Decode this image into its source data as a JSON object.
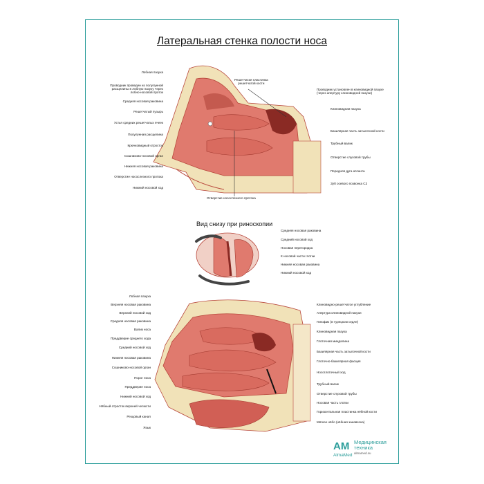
{
  "title": "Латеральная стенка полости носа",
  "subtitle": "Вид снизу при риноскопии",
  "top_labels_left": [
    "Лобная пазуха",
    "Проводник проведен из полулунной\nрасщелины в лобную пазуху через\nлобно-носовой проток",
    "Средняя носовая раковина",
    "Решетчатый пузырь",
    "Устья средних решетчатых ячеек",
    "Полулунная расщелина",
    "Крючковидный отросток",
    "Сошниково-носовой орган",
    "Нижняя носовая раковина",
    "Отверстие носослезного протока",
    "Нижний носовой ход"
  ],
  "top_labels_right": [
    "Проводник установлен в клиновидной пазухе\n(через апертуру клиновидной пазухи)",
    "Клиновидная пазуха",
    "Базилярная часть затылочной кости",
    "Трубный валик",
    "Отверстие слуховой трубы",
    "Передняя дуга атланта",
    "Зуб осевого позвонка С2"
  ],
  "top_label_center_top": "Решетчатая пластинка\nрешетчатой кости",
  "top_label_center_bottom": "Отверстие носослезного протока",
  "mid_labels": [
    "Средняя носовая раковина",
    "Средний носовой ход",
    "Носовая перегородка",
    "К носовой части глотки",
    "Нижняя носовая раковина",
    "Нижний носовой ход"
  ],
  "bottom_labels_left": [
    "Лобная пазуха",
    "Верхняя носовая раковина",
    "Верхний носовой ход",
    "Средняя носовая раковина",
    "Валик носа",
    "Преддверие среднего хода",
    "Средний носовой ход",
    "Нижняя носовая раковина",
    "Сошниково-носовой орган",
    "Порог носа",
    "Преддверие носа",
    "Нижний носовой ход",
    "Нёбный отросток верхней челюсти",
    "Резцовый канал",
    "Язык"
  ],
  "bottom_labels_right": [
    "Клиновидно-решетчатое углубление",
    "Апертура клиновидной пазухи",
    "Гипофиз (в турецком седле)",
    "Клиновидная пазуха",
    "Глоточная миндалина",
    "Базилярная часть затылочной кости",
    "Глоточно-базилярная фасция",
    "Носоглоточный ход",
    "Трубный валик",
    "Отверстие слуховой трубы",
    "Носовая часть глотки",
    "Горизонтальная пластинка нёбной кости",
    "Мягкое нёбо (нёбная занавеска)"
  ],
  "logo": {
    "mark": "AM",
    "brand": "AlmaMed",
    "tagline": "Медицинская\nтехника",
    "site": "almamed.su"
  },
  "colors": {
    "frame": "#2a9d9a",
    "tissue": "#e07a6e",
    "tissue_dark": "#b8473c",
    "bone": "#f1e2b8",
    "cavity": "#8a2a24"
  }
}
